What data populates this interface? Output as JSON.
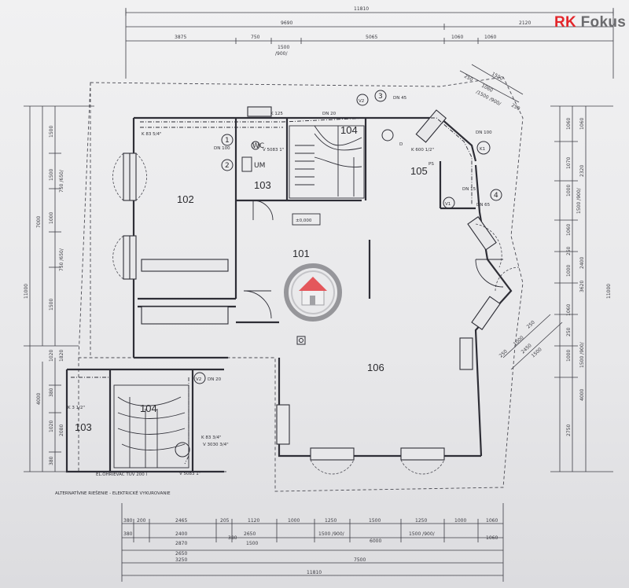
{
  "brand": {
    "rk": "RK",
    "fokus": "Fokus",
    "accent": "#e3262b",
    "grey": "#6b6b6e"
  },
  "plan": {
    "rooms": {
      "r102": "102",
      "r101": "101",
      "r103": "103",
      "r104": "104",
      "r105": "105",
      "r106": "106",
      "alt103": "103",
      "alt104": "104"
    },
    "level": "±0,000",
    "markers": {
      "m1": "1",
      "m2": "2",
      "m3": "3",
      "m4": "4",
      "v1": "V1",
      "v2": "V2",
      "v2b": "V2",
      "k1": "K1"
    },
    "fixtures": {
      "wc": "WC",
      "um": "UM",
      "d": "D",
      "ps": "PS"
    },
    "notes": {
      "k83": "K 83 5/4\"",
      "dn100": "DN 100",
      "v5083": "V 5083 1\"",
      "k125": "K 125",
      "dn20a": "DN 20",
      "dn45": "DN 45",
      "k600": "K 600 1/2\"",
      "dn100b": "DN 100",
      "dn15": "DN 15",
      "dn65": "DN 65",
      "dn20b": "DN 20",
      "k3": "K 3 1/2\"",
      "k83b": "K 83 3/4\"",
      "v3030": "V 3030 3/4\"",
      "v5083b": "V 5083 1\"",
      "eloh": "EL.OHRIEVAČ TÚV 200 l",
      "alt": "ALTERNATÍVNE RIEŠENIE - ELEKTRICKÉ VYKUROVANIE"
    },
    "dims_top": {
      "t11810": "11810",
      "t9690": "9690",
      "t2120": "2120",
      "t3875": "3875",
      "t750": "750",
      "t5065": "5065",
      "t1060a": "1060",
      "t1060b": "1060",
      "t1500": "1500",
      "t900": "/900/"
    },
    "dims_bottom": {
      "b380a": "380",
      "b200": "200",
      "b2465": "2465",
      "b205": "205",
      "b1120": "1120",
      "b1000": "1000",
      "b1250a": "1250",
      "b1500": "1500",
      "b1250b": "1250",
      "b1000b": "1000",
      "b1060": "1060",
      "b380b": "380",
      "b2400": "2400",
      "b380c": "380",
      "b2650a": "2650",
      "b1500900a": "1500 /900/",
      "b6000": "6000",
      "b1500900b": "1500 /900/",
      "b1060b": "1060",
      "b2870": "2870",
      "b1500b": "1500",
      "b2650b": "2650",
      "b3250": "3250",
      "b7500": "7500",
      "b11810": "11810"
    },
    "dims_left": {
      "l11000": "11000",
      "l7000": "7000",
      "l4000": "4000",
      "l1500a": "1500",
      "l1500b": "1500",
      "l750": "750 /650/",
      "l1000": "1000",
      "l750b": "750 /650/",
      "l1500c": "1500",
      "l1020": "1020",
      "l1820": "1820",
      "l380": "380",
      "l1020b": "1020",
      "l2080": "2080",
      "l380b": "380"
    },
    "dims_right": {
      "r11000": "11000",
      "r1060": "1060",
      "r1060b": "1060",
      "r1070": "1070",
      "r2320": "2320",
      "r1000": "1000",
      "r1500900": "1500 /900/",
      "r1060c": "1060",
      "r250": "250",
      "r1000b": "1000",
      "r2400": "2400",
      "r3620": "3620",
      "r1060d": "1060",
      "r250b": "250",
      "r1000c": "1000",
      "r1500900b": "1500 /900/",
      "r4000": "4000",
      "r2750": "2750"
    },
    "dims_diag": {
      "d250a": "250",
      "d1500": "1500",
      "d1060": "1060",
      "d1500900": "/1500 /900/",
      "d250b": "250",
      "d250c": "250",
      "d1000": "1000",
      "d2450": "2450",
      "d1500b": "1500",
      "d250d": "250"
    }
  }
}
